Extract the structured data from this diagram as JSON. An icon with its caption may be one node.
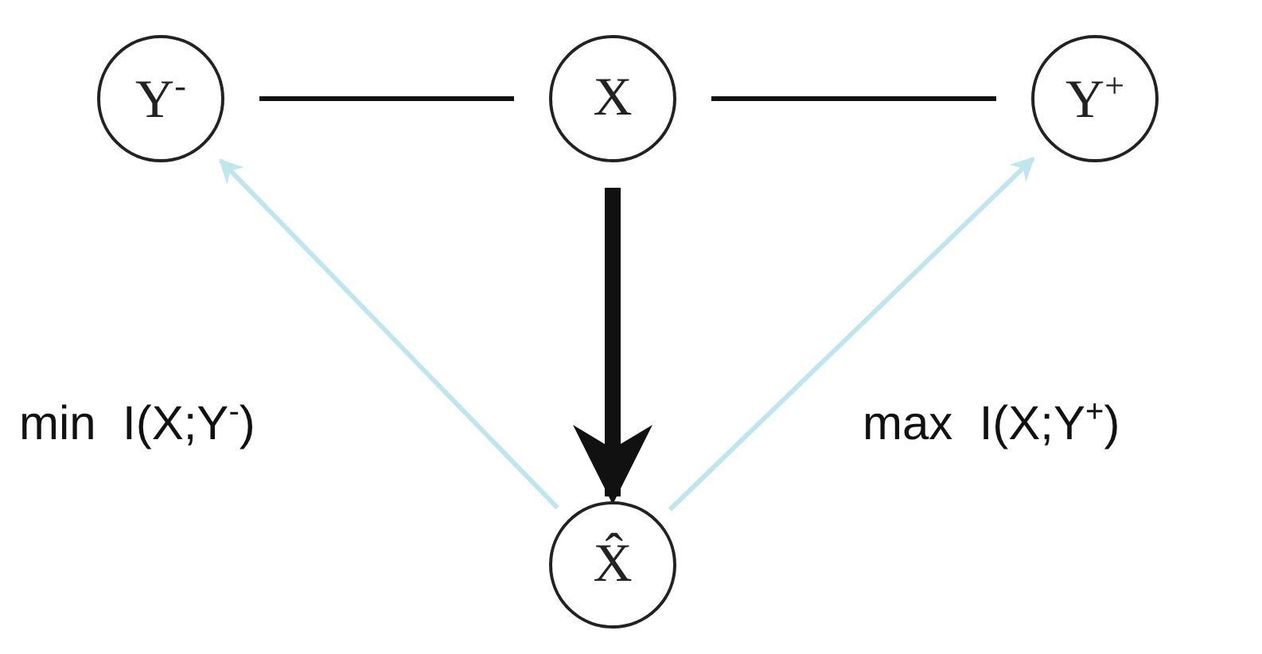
{
  "diagram": {
    "nodes": [
      {
        "text": [
          "Y$^{-}$"
        ]
      },
      {
        "text": [
          "X"
        ]
      },
      {
        "text": [
          "Y$^{+}$"
        ]
      },
      {
        "text": [
          "X̂"
        ]
      }
    ],
    "edges": [
      {
        "from": 0,
        "to": 1,
        "arrow": "none"
      },
      {
        "from": 1,
        "to": 2,
        "arrow": "none"
      },
      {
        "from": 1,
        "to": 3,
        "arrow": "to",
        "style": "thick"
      },
      {
        "from": 3,
        "to": 0,
        "arrow": "to",
        "color": "#bfe6ec"
      },
      {
        "from": 3,
        "to": 2,
        "arrow": "to",
        "color": "#bfe6ec"
      }
    ],
    "labels": [
      "min  I(X;Y$^{-}$)",
      "max  I(X;Y$^{+}$)"
    ]
  }
}
